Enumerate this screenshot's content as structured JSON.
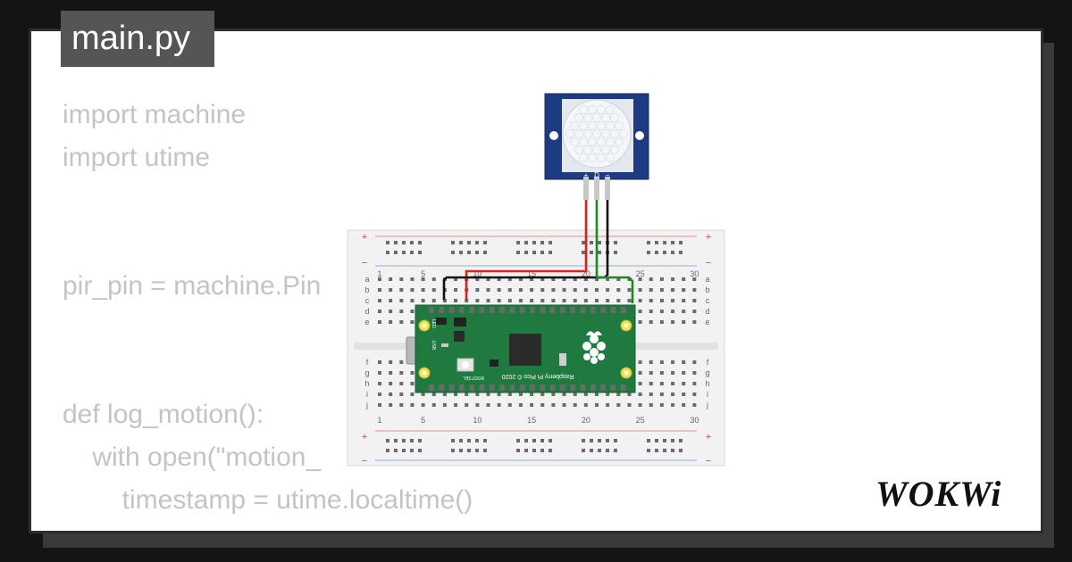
{
  "editor": {
    "tab_label": "main.py",
    "code_lines": [
      "import machine",
      "import utime",
      "",
      "",
      "pir_pin = machine.Pin",
      "",
      "",
      "def log_motion():",
      "    with open(\"motion_",
      "        timestamp = utime.localtime()",
      ""
    ]
  },
  "diagram": {
    "pir_sensor": {
      "pin_labels": [
        "+",
        "D",
        "−"
      ]
    },
    "breadboard": {
      "column_numbers": [
        "1",
        "5",
        "10",
        "15",
        "20",
        "25",
        "30"
      ],
      "row_letters_top": [
        "a",
        "b",
        "c",
        "d",
        "e"
      ],
      "row_letters_bottom": [
        "f",
        "g",
        "h",
        "i",
        "j"
      ],
      "rail_plus": "+",
      "rail_minus": "−"
    },
    "pico": {
      "board_text": "Raspberry Pi Pico © 2020",
      "button_label": "BOOTSEL",
      "led_label": "LED",
      "usb_label": "USB"
    },
    "wire_colors": {
      "power": "#e02020",
      "data": "#1d8a1d",
      "ground": "#111111"
    }
  },
  "brand": {
    "logo_text": "WOKWi"
  }
}
